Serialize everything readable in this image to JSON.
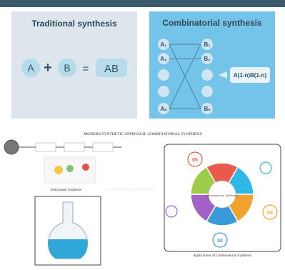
{
  "colors": {
    "header_bar": "#3a5a6a",
    "panel_left": "#dde6ec",
    "panel_right": "#74c4ea",
    "bubble": "#b7dbe8",
    "bubble_text": "#2f5568",
    "title_text": "#2e4752",
    "flask_liquid": "#2fa7d8",
    "wheel": [
      "#e95a4a",
      "#2fb7e6",
      "#f2a32f",
      "#3a9ad9",
      "#a361c8",
      "#9dcc4a"
    ]
  },
  "traditional": {
    "title": "Traditional synthesis",
    "reagent_a": "A",
    "plus": "+",
    "reagent_b": "B",
    "equals": "=",
    "product": "AB"
  },
  "combinatorial": {
    "title": "Combinatorial synthesis",
    "left_nodes": [
      "A₁",
      "A₂",
      "",
      "",
      "Aₙ"
    ],
    "right_nodes": [
      "B₁",
      "B₂",
      "",
      "",
      "Bₙ"
    ],
    "product": "A(1-n)B(1-n)"
  },
  "caption": "MODERN SYNTHETIC APPROACH: COMBINATORIAL SYNTHESIS",
  "solid_phase_label": "Solid phase Synthesis",
  "applications_label": "Applications of Combinatorial Synthesis",
  "wheel": {
    "center_text": "Combinatorial Synthesis",
    "segments": [
      "",
      "",
      "",
      "",
      "",
      ""
    ],
    "badges": [
      "05",
      "",
      "",
      "03",
      "02",
      ""
    ]
  }
}
